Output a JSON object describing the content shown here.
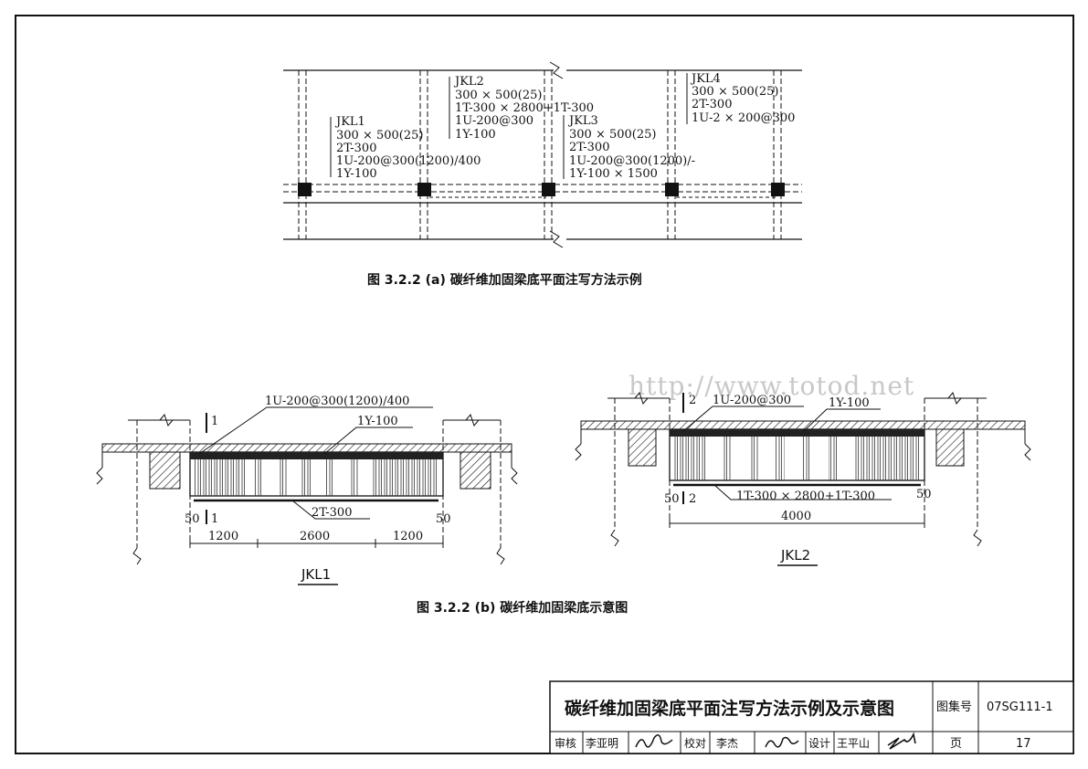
{
  "plan": {
    "jkl1": [
      "JKL1",
      "300 × 500(25)",
      "2T-300",
      "1U-200@300(1200)/400",
      "1Y-100"
    ],
    "jkl2": [
      "JKL2",
      "300 × 500(25)",
      "1T-300 × 2800+1T-300",
      "1U-200@300",
      "1Y-100"
    ],
    "jkl3": [
      "JKL3",
      "300 × 500(25)",
      "2T-300",
      "1U-200@300(1200)/-",
      "1Y-100 × 1500"
    ],
    "jkl4": [
      "JKL4",
      "300 × 500(25)",
      "2T-300",
      "1U-2 × 200@300"
    ]
  },
  "caption_a": "图 3.2.2 (a) 碳纤维加固梁底平面注写方法示例",
  "watermark": "http://www.totod.net",
  "jkl1_detail": {
    "u_label": "1U-200@300(1200)/400",
    "y_label": "1Y-100",
    "t_label": "2T-300",
    "section_no": "1",
    "dims": [
      "1200",
      "2600",
      "1200"
    ],
    "edge": "50",
    "name": "JKL1"
  },
  "jkl2_detail": {
    "u_label": "1U-200@300",
    "y_label": "1Y-100",
    "t_label": "1T-300 × 2800+1T-300",
    "section_no": "2",
    "dim": "4000",
    "edge": "50",
    "name": "JKL2"
  },
  "caption_b": "图 3.2.2 (b)  碳纤维加固梁底示意图",
  "title_block": {
    "title": "碳纤维加固梁底平面注写方法示例及示意图",
    "atlas_label": "图集号",
    "atlas_no": "07SG111-1",
    "review_label": "审核",
    "reviewer": "李亚明",
    "check_label": "校对",
    "checker": "李杰",
    "design_label": "设计",
    "designer": "王平山",
    "page_label": "页",
    "page_no": "17"
  }
}
